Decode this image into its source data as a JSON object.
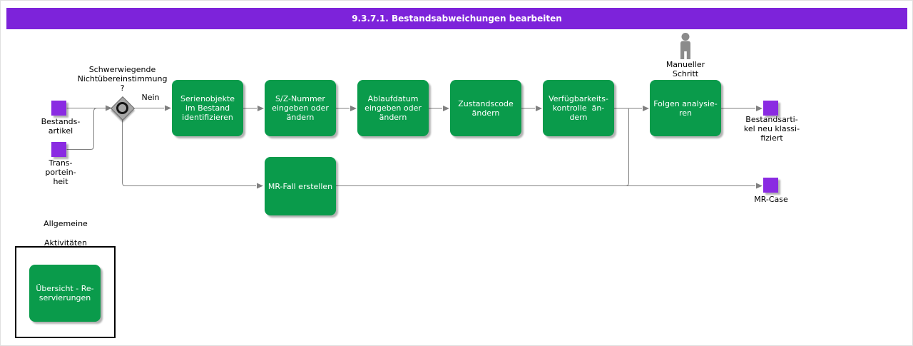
{
  "title": "9.3.7.1. Bestandsabweichungen bearbeiten",
  "colors": {
    "header": "#7d23da",
    "event": "#8a2be2",
    "function": "#0a9b4b",
    "connector": "#808080"
  },
  "events": {
    "bestandsartikel": "Bestands-\nartikel",
    "transporteinheit": "Trans-\nportein-\nheit",
    "bestandsartikel_neu": "Bestandsarti-\nkel neu klassi-\nfiziert",
    "mr_case": "MR-Case"
  },
  "gateway": {
    "question": "Schwerwiegende\nNichtübereinstimmung\n?",
    "branch_label": "Nein"
  },
  "functions": {
    "serienobjekte": "Serienobjekte\nim Bestand\nidentifizieren",
    "sz_nummer": "S/Z-Nummer\neingeben oder\nändern",
    "ablaufdatum": "Ablaufdatum\neingeben oder\nändern",
    "zustandscode": "Zustandscode\nändern",
    "verfuegbarkeit": "Verfügbarkeits-\nkontrolle  än-\ndern",
    "folgen": "Folgen analysie-\nren",
    "mr_fall": "MR-Fall erstellen"
  },
  "manual_step": "Manueller\nSchritt",
  "group": {
    "label_line1": "Allgemeine",
    "label_line2": "Aktivitäten",
    "function": "Übersicht - Re-\nservierungen"
  }
}
